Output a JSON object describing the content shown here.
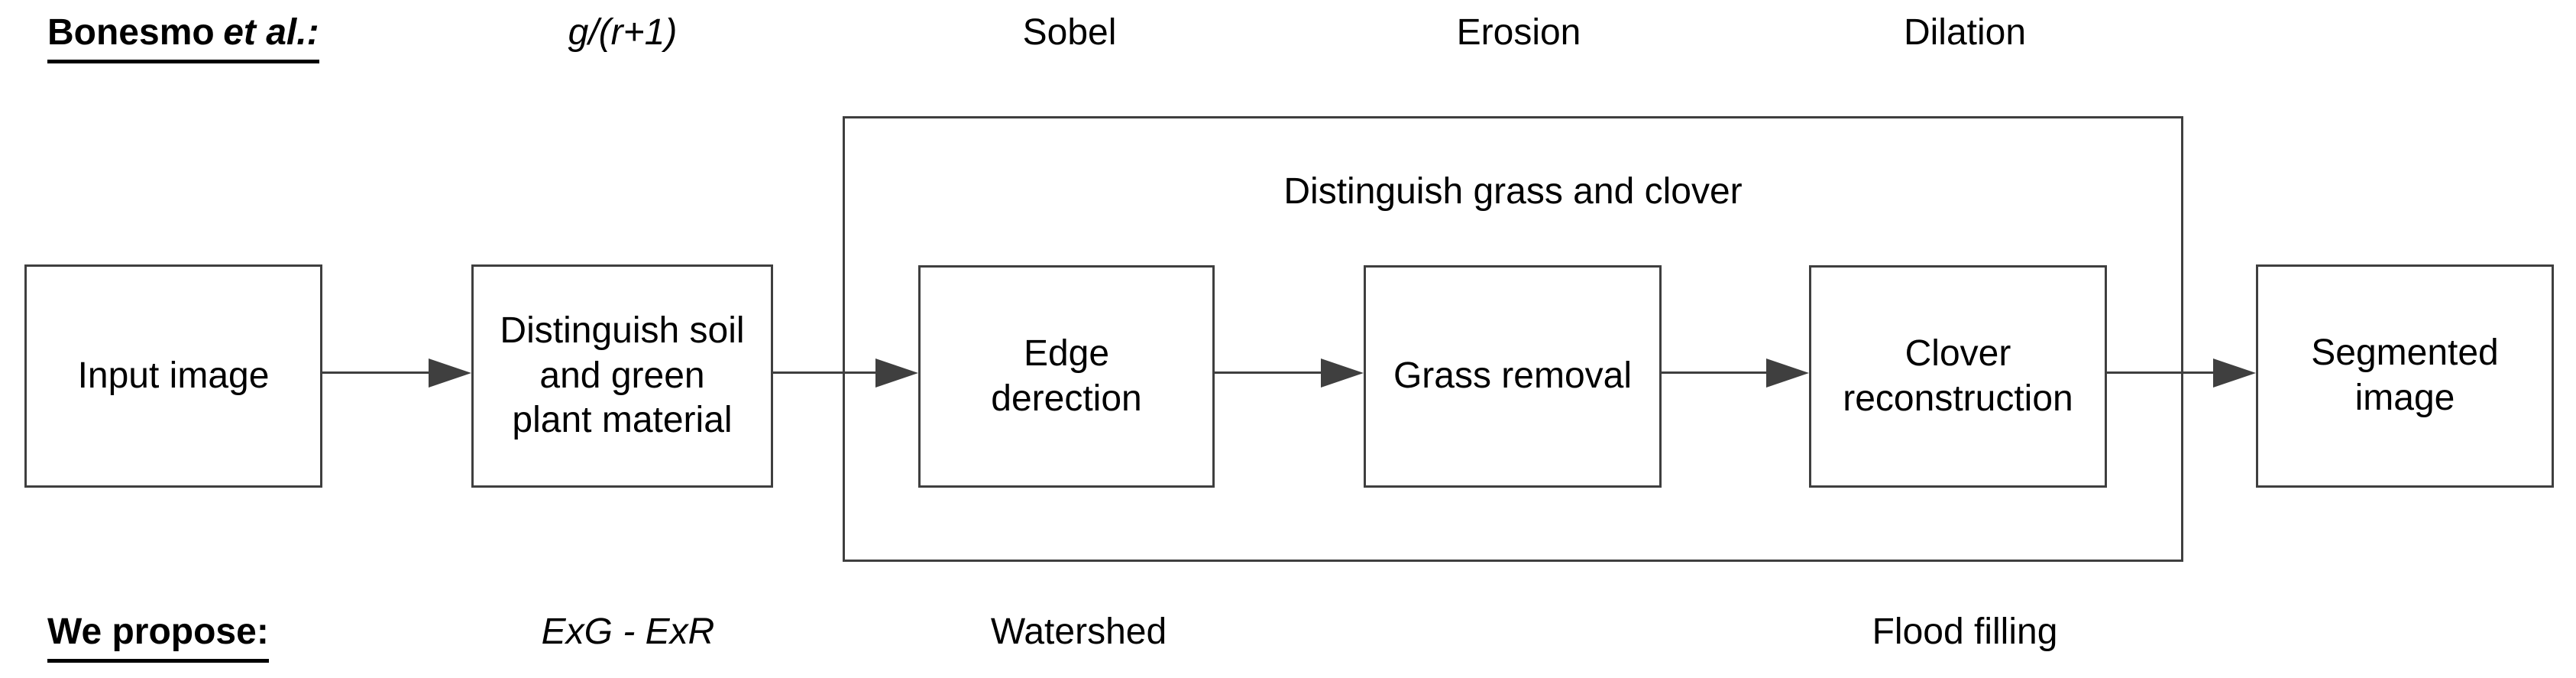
{
  "header_row": {
    "bonesmo_name": "Bonesmo",
    "bonesmo_etal": "et al.:",
    "formula": "g/(r+1)",
    "sobel": "Sobel",
    "erosion": "Erosion",
    "dilation": "Dilation"
  },
  "flow": {
    "input": "Input image",
    "soil": "Distinguish soil\nand green\nplant material",
    "container_title": "Distinguish grass and clover",
    "edge": "Edge\nderection",
    "grass": "Grass removal",
    "clover": "Clover\nreconstruction",
    "segmented": "Segmented\nimage"
  },
  "footer_row": {
    "we_propose": "We propose:",
    "formula": "ExG - ExR",
    "watershed": "Watershed",
    "flood_filling": "Flood filling"
  },
  "colors": {
    "line": "#3f3f3f",
    "text": "#000000",
    "background": "#ffffff"
  }
}
